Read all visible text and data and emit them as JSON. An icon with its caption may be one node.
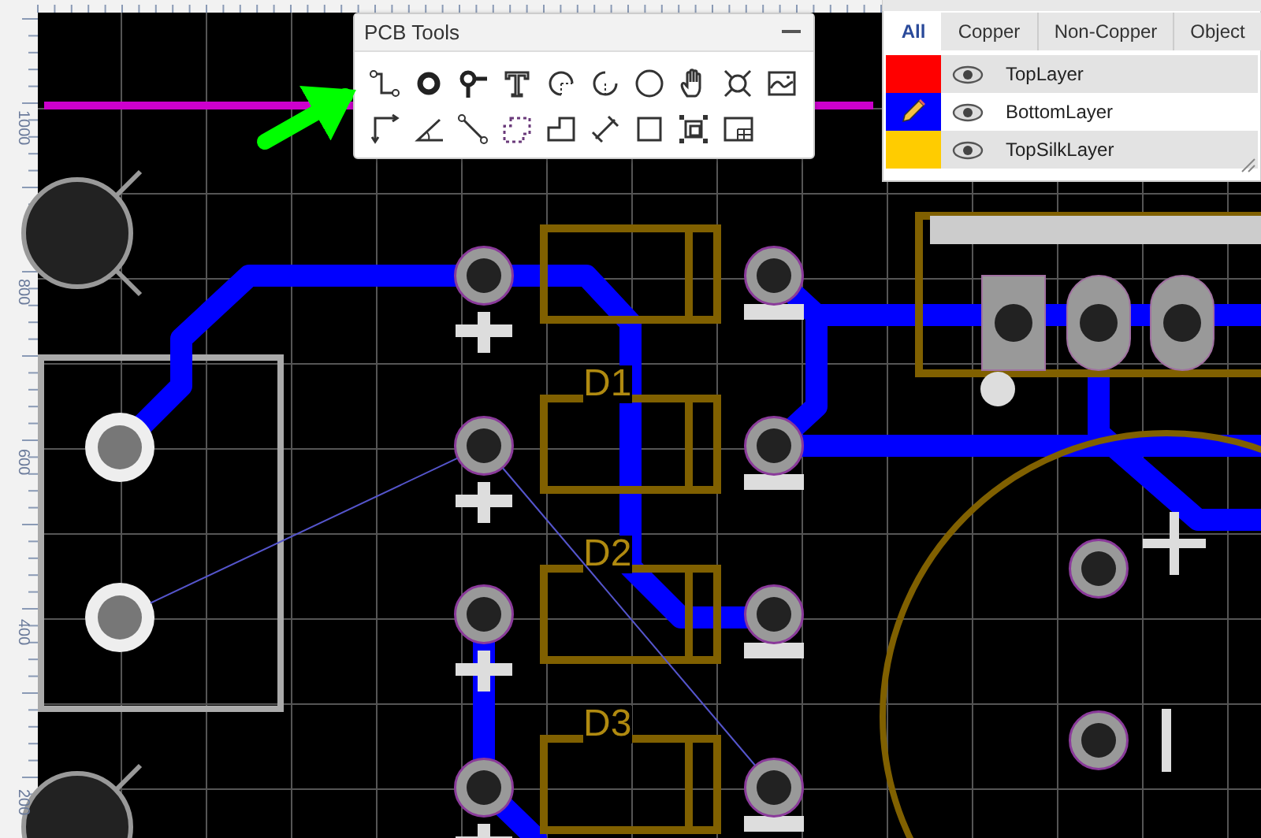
{
  "diagram": {
    "nodes": [
      {
        "text": [
          "PCB Tools"
        ]
      },
      {
        "text": [],
        "shape": "picture",
        "in": 0
      },
      {
        "text": [],
        "shape": "circle"
      },
      {
        "text": [],
        "shape": "circle"
      },
      {
        "text": [],
        "shape": "circle"
      },
      {
        "text": [],
        "shape": "circle"
      },
      {
        "text": [],
        "shape": "circle"
      },
      {
        "text": [],
        "shape": "circle"
      },
      {
        "text": [],
        "shape": "circle"
      },
      {
        "text": [],
        "shape": "circle"
      },
      {
        "text": [],
        "shape": "circle"
      },
      {
        "text": [],
        "shape": "circle"
      },
      {
        "text": [],
        "shape": "circle"
      },
      {
        "text": [],
        "shape": "circle"
      }
    ],
    "edges": [
      {
        "from": null,
        "to": 1,
        "arrow": "to",
        "style": "thick",
        "color": "#00ff00"
      },
      {
        "from": 8,
        "to": 5,
        "arrow": "none"
      },
      {
        "from": 5,
        "to": 13,
        "arrow": "none"
      }
    ],
    "labels": [
      "All",
      "Copper",
      "Non-Copper",
      "Object",
      "1000",
      "800",
      "600",
      "400",
      "200",
      "D1",
      "D2",
      "D3"
    ],
    "legend": [
      {
        "text": "TopLayer",
        "color": "#ff0000"
      },
      {
        "text": "BottomLayer",
        "color": "#0000ff"
      },
      {
        "text": "TopSilkLayer",
        "color": "#ffcc00"
      }
    ]
  }
}
